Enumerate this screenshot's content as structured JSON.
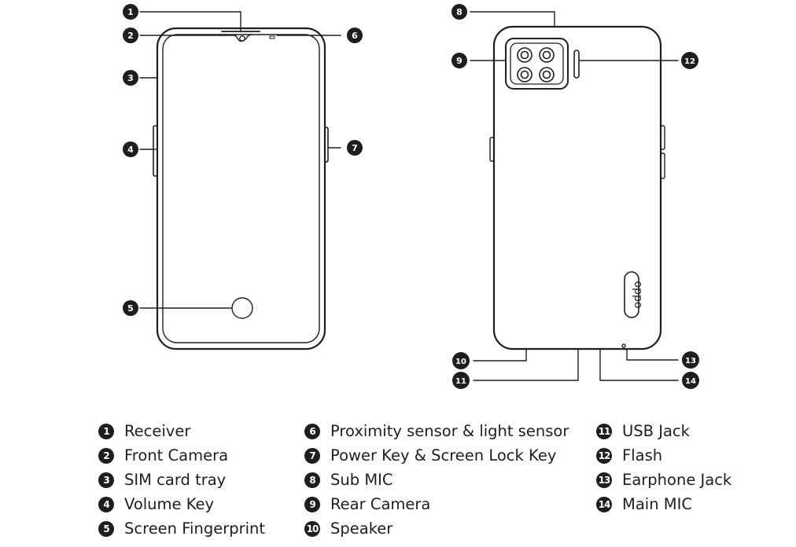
{
  "callouts": [
    "1",
    "2",
    "3",
    "4",
    "5",
    "6",
    "7",
    "8",
    "9",
    "10",
    "11",
    "12",
    "13",
    "14"
  ],
  "brand_logo_text": "oppo",
  "legend": [
    {
      "num": "1",
      "label": "Receiver"
    },
    {
      "num": "2",
      "label": "Front Camera"
    },
    {
      "num": "3",
      "label": "SIM card tray"
    },
    {
      "num": "4",
      "label": "Volume Key"
    },
    {
      "num": "5",
      "label": "Screen Fingerprint"
    },
    {
      "num": "6",
      "label": "Proximity sensor & light sensor"
    },
    {
      "num": "7",
      "label": "Power Key & Screen Lock Key"
    },
    {
      "num": "8",
      "label": "Sub MIC"
    },
    {
      "num": "9",
      "label": "Rear Camera"
    },
    {
      "num": "10",
      "label": "Speaker"
    },
    {
      "num": "11",
      "label": "USB Jack"
    },
    {
      "num": "12",
      "label": "Flash"
    },
    {
      "num": "13",
      "label": "Earphone Jack"
    },
    {
      "num": "14",
      "label": "Main MIC"
    }
  ]
}
